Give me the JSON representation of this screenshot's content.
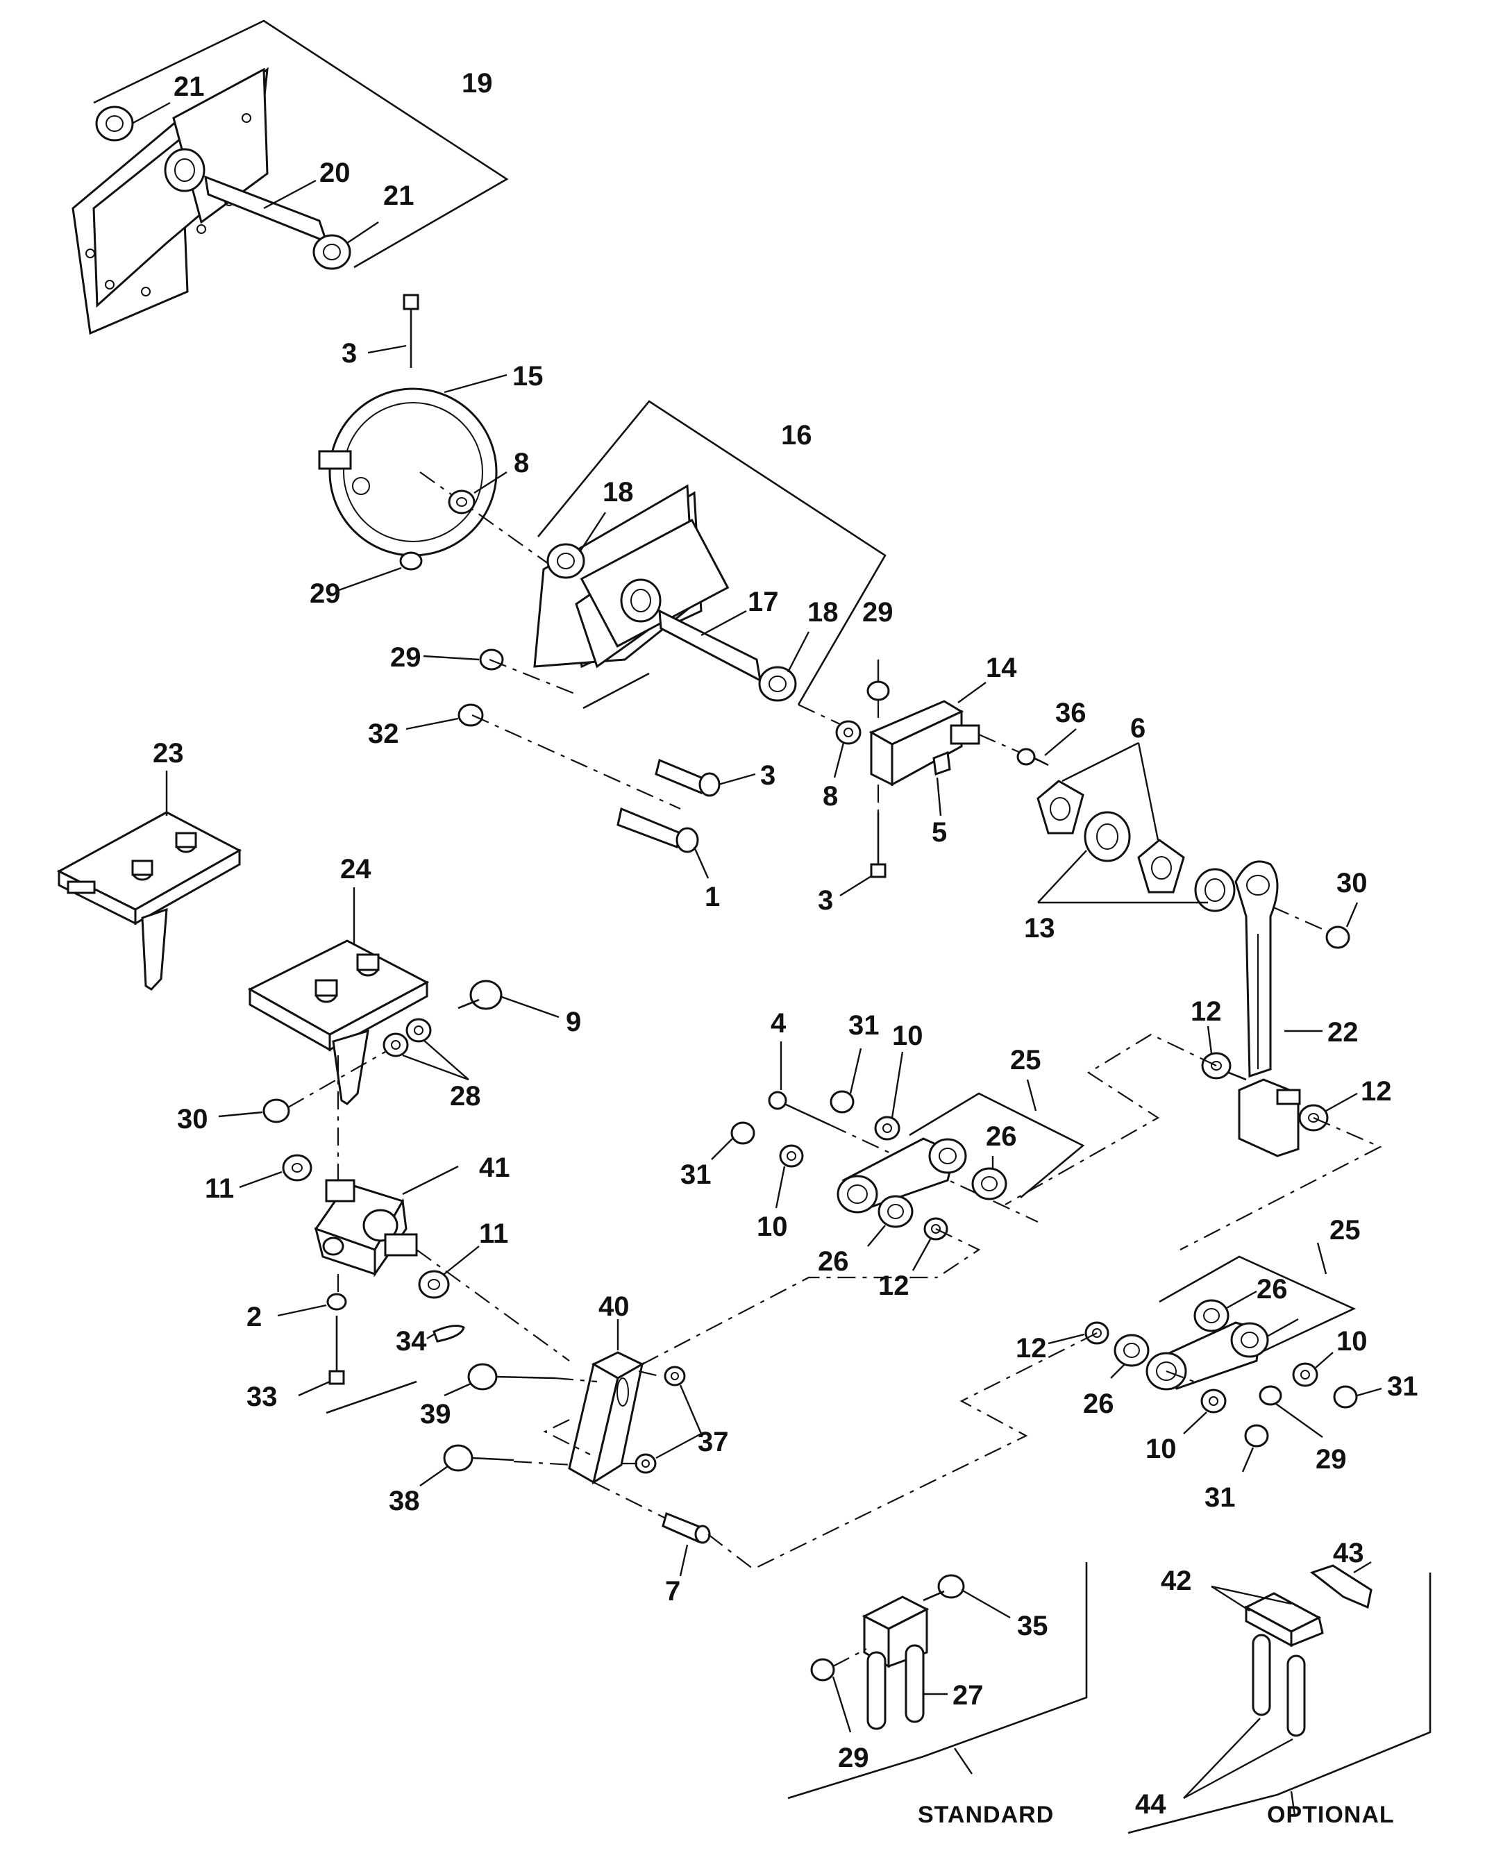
{
  "callouts": {
    "c1": "1",
    "c2": "2",
    "c3a": "3",
    "c3b": "3",
    "c3c": "3",
    "c4": "4",
    "c5": "5",
    "c6": "6",
    "c7": "7",
    "c8a": "8",
    "c8b": "8",
    "c9": "9",
    "c10a": "10",
    "c10b": "10",
    "c10c": "10",
    "c10d": "10",
    "c11a": "11",
    "c11b": "11",
    "c12a": "12",
    "c12b": "12",
    "c12c": "12",
    "c12d": "12",
    "c13": "13",
    "c14": "14",
    "c15": "15",
    "c16": "16",
    "c17": "17",
    "c18a": "18",
    "c18b": "18",
    "c19": "19",
    "c20": "20",
    "c21a": "21",
    "c21b": "21",
    "c22": "22",
    "c23": "23",
    "c24": "24",
    "c25a": "25",
    "c25b": "25",
    "c26a": "26",
    "c26b": "26",
    "c26c": "26",
    "c26d": "26",
    "c27": "27",
    "c28": "28",
    "c29a": "29",
    "c29b": "29",
    "c29c": "29",
    "c29d": "29",
    "c29e": "29",
    "c30a": "30",
    "c30b": "30",
    "c31a": "31",
    "c31b": "31",
    "c31c": "31",
    "c31d": "31",
    "c32": "32",
    "c33": "33",
    "c34": "34",
    "c35": "35",
    "c36": "36",
    "c37": "37",
    "c38": "38",
    "c39": "39",
    "c40": "40",
    "c41": "41",
    "c42": "42",
    "c43": "43",
    "c44": "44"
  },
  "captions": {
    "standard": "STANDARD",
    "optional": "OPTIONAL"
  }
}
